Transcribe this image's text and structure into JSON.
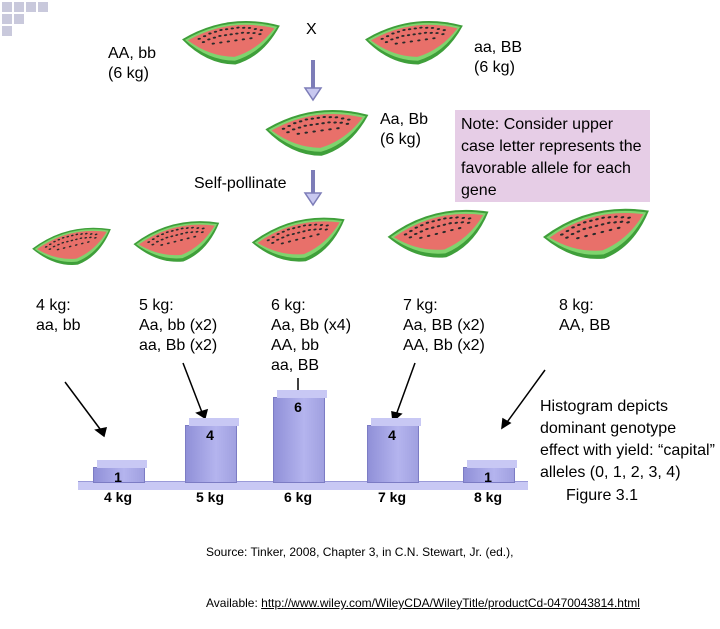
{
  "cross_symbol": "X",
  "parent_left": {
    "genotype": "AA, bb",
    "weight": "(6 kg)"
  },
  "parent_right": {
    "genotype": "aa, BB",
    "weight": "(6 kg)"
  },
  "f1": {
    "genotype": "Aa, Bb",
    "weight": "(6 kg)"
  },
  "self_pollinate_label": "Self-pollinate",
  "note": "Note: Consider upper case letter represents the favorable allele for each gene",
  "offspring": [
    {
      "weight": "4 kg:",
      "lines": [
        "aa, bb"
      ]
    },
    {
      "weight": "5 kg:",
      "lines": [
        "Aa, bb (x2)",
        "aa, Bb (x2)"
      ]
    },
    {
      "weight": "6 kg:",
      "lines": [
        "Aa, Bb (x4)",
        "AA, bb",
        "aa, BB"
      ]
    },
    {
      "weight": "7 kg:",
      "lines": [
        "Aa, BB (x2)",
        "AA, Bb (x2)"
      ]
    },
    {
      "weight": "8 kg:",
      "lines": [
        "AA, BB"
      ]
    }
  ],
  "histogram_text": "Histogram depicts dominant genotype effect with yield: “capital” alleles (0, 1, 2, 3, 4)",
  "figure_label": "Figure 3.1",
  "chart_data": {
    "type": "bar",
    "categories": [
      "4 kg",
      "5 kg",
      "6 kg",
      "7 kg",
      "8 kg"
    ],
    "values": [
      1,
      4,
      6,
      4,
      1
    ],
    "title": "",
    "xlabel": "",
    "ylabel": "",
    "ylim": [
      0,
      6
    ]
  },
  "source": {
    "line1": "Source: Tinker, 2008, Chapter 3, in C.N. Stewart, Jr. (ed.),",
    "line2_prefix": "Available: ",
    "link": "http://www.wiley.com/WileyCDA/WileyTitle/productCd-0470043814.html"
  },
  "colors": {
    "flesh": "#e8706a",
    "rind": "#3f9f3a",
    "rind_light": "#7fd46e",
    "seed": "#2a2a2a",
    "note_bg": "#e6cde6",
    "bar": "#a8a8e8"
  }
}
